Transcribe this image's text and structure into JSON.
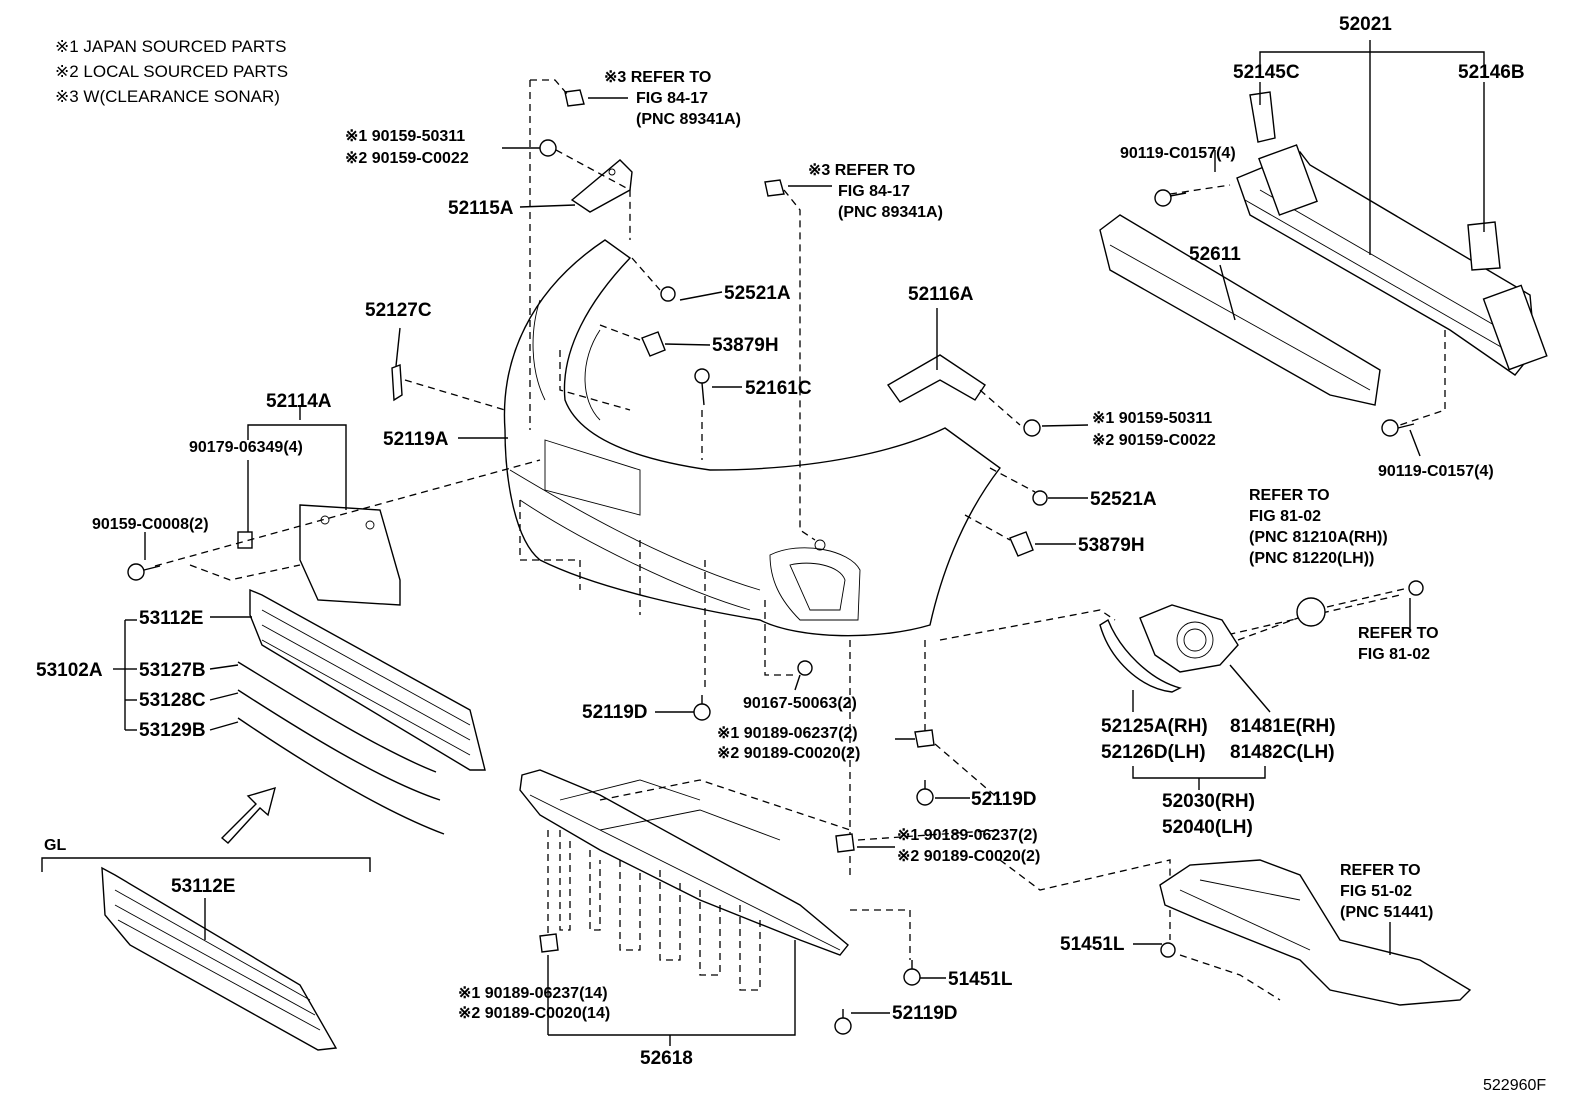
{
  "legend": [
    "※1  JAPAN SOURCED PARTS",
    "※2  LOCAL SOURCED PARTS",
    "※3  W(CLEARANCE SONAR)"
  ],
  "labels": {
    "p52021": "52021",
    "p52145C": "52145C",
    "p52146B": "52146B",
    "p90119_top": "90119-C0157(4)",
    "p90119_bot": "90119-C0157(4)",
    "p52611": "52611",
    "ref1_a": "※3 REFER TO",
    "ref1_b": "FIG 84-17",
    "ref1_c": "(PNC 89341A)",
    "ref2_a": "※3 REFER TO",
    "ref2_b": "FIG 84-17",
    "ref2_c": "(PNC 89341A)",
    "j1_a": "※1 90159-50311",
    "j1_b": "※2 90159-C0022",
    "j2_a": "※1 90159-50311",
    "j2_b": "※2 90159-C0022",
    "p52115A": "52115A",
    "p52521A_top": "52521A",
    "p52521A_bot": "52521A",
    "p53879H_top": "53879H",
    "p53879H_bot": "53879H",
    "p52161C": "52161C",
    "p52116A": "52116A",
    "p52127C": "52127C",
    "p52114A": "52114A",
    "p90179": "90179-06349(4)",
    "p52119A": "52119A",
    "p90159C0008": "90159-C0008(2)",
    "p53112E_top": "53112E",
    "p53102A": "53102A",
    "p53127B": "53127B",
    "p53128C": "53128C",
    "p53129B": "53129B",
    "gl": "GL",
    "p53112E_gl": "53112E",
    "fog_ref_a": "REFER TO",
    "fog_ref_b": "FIG 81-02",
    "fog_ref_c": "(PNC 81210A(RH))",
    "fog_ref_d": "(PNC 81220(LH))",
    "fog_ref2_a": "REFER TO",
    "fog_ref2_b": "FIG 81-02",
    "p90167": "90167-50063(2)",
    "p52119D_1": "52119D",
    "p52119D_2": "52119D",
    "p52119D_3": "52119D",
    "c1_a": "※1 90189-06237(2)",
    "c1_b": "※2 90189-C0020(2)",
    "c2_a": "※1 90189-06237(2)",
    "c2_b": "※2 90189-C0020(2)",
    "c3_a": "※1 90189-06237(14)",
    "c3_b": "※2 90189-C0020(14)",
    "p52125A": "52125A(RH)",
    "p52126D": "52126D(LH)",
    "p81481E": "81481E(RH)",
    "p81482C": "81482C(LH)",
    "p52030": "52030(RH)",
    "p52040": "52040(LH)",
    "ref3_a": "REFER TO",
    "ref3_b": "FIG 51-02",
    "ref3_c": "(PNC 51441)",
    "p51451L_1": "51451L",
    "p51451L_2": "51451L",
    "p52618": "52618",
    "code": "522960F"
  }
}
